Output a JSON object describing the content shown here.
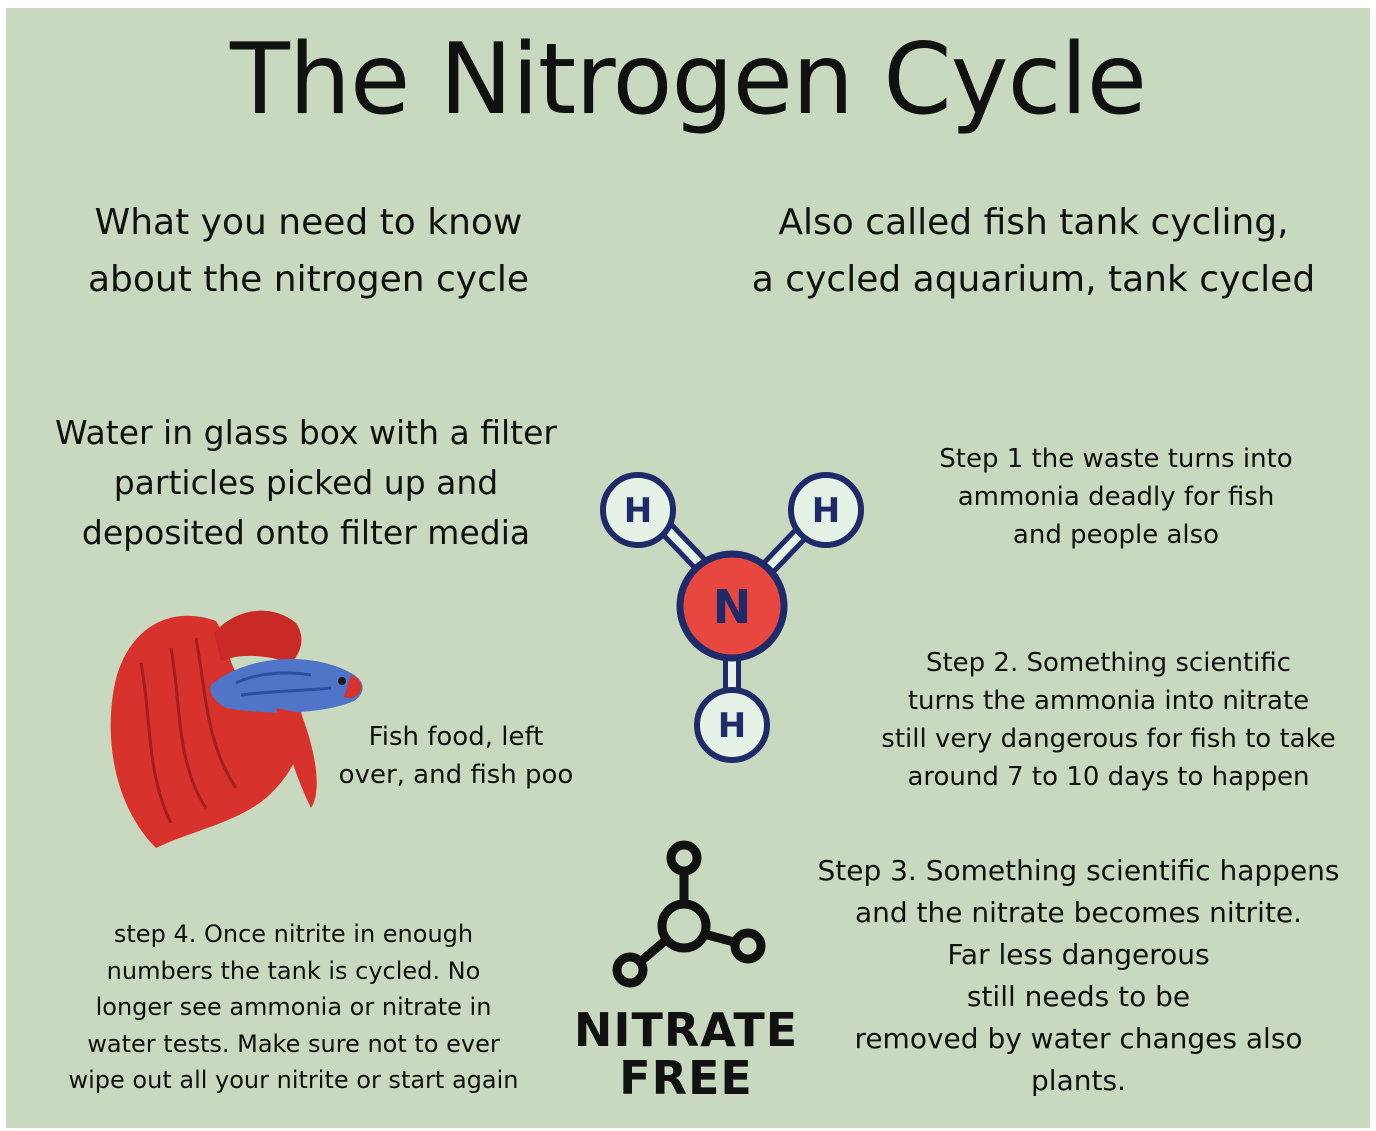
{
  "title": "The Nitrogen Cycle",
  "subtitle_left": "What you need to know\nabout the nitrogen cycle",
  "subtitle_right": "Also called fish tank cycling,\na cycled aquarium, tank cycled",
  "filter_text": "Water in glass box with a filter\nparticles picked up and\ndeposited onto filter media",
  "step1": "Step 1 the waste turns into\nammonia deadly for fish\nand people also",
  "step2": "Step 2. Something scientific\nturns the ammonia into nitrate\nstill very dangerous for fish to take\naround 7 to 10 days to happen",
  "fish_food": "Fish food, left\nover, and fish poo",
  "step3": "Step 3. Something scientific happens\nand the nitrate becomes nitrite.\nFar less dangerous\nstill needs to be\nremoved by water changes also\nplants.",
  "step4": "step 4. Once nitrite in enough\nnumbers the tank is cycled. No\nlonger see ammonia or nitrate in\nwater tests. Make sure not to ever\nwipe out all your nitrite or start again",
  "nitrate_label": "NITRATE\nFREE",
  "molecule": {
    "center_atom": "N",
    "outer_atom": "H"
  },
  "colors": {
    "background": "#c9d9bf",
    "atom_outline": "#1f2a6b",
    "hydrogen_fill": "#e6f2e6",
    "nitrogen_fill": "#e8473f",
    "bond": "#1f2a6b",
    "fish_body": "#4f74c8",
    "fish_fins": "#d8322d"
  }
}
